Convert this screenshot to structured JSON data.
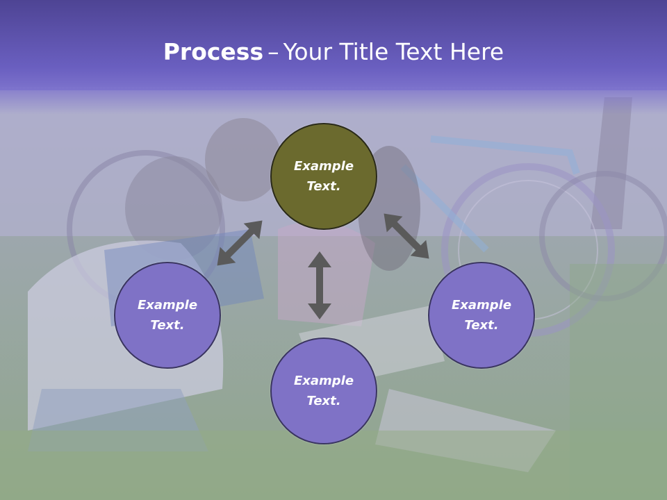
{
  "slide": {
    "title_bold": "Process",
    "title_sep": "–",
    "title_rest": "Your Title Text Here"
  },
  "diagram": {
    "hub": {
      "label": "Example Text."
    },
    "left": {
      "label": "Example Text."
    },
    "right": {
      "label": "Example Text."
    },
    "bottom": {
      "label": "Example Text."
    }
  },
  "colors": {
    "header": "#5b51ad",
    "hub_fill": "#6b6a2e",
    "satellite_fill": "#7f72c6",
    "arrow": "#5a5a5a"
  }
}
